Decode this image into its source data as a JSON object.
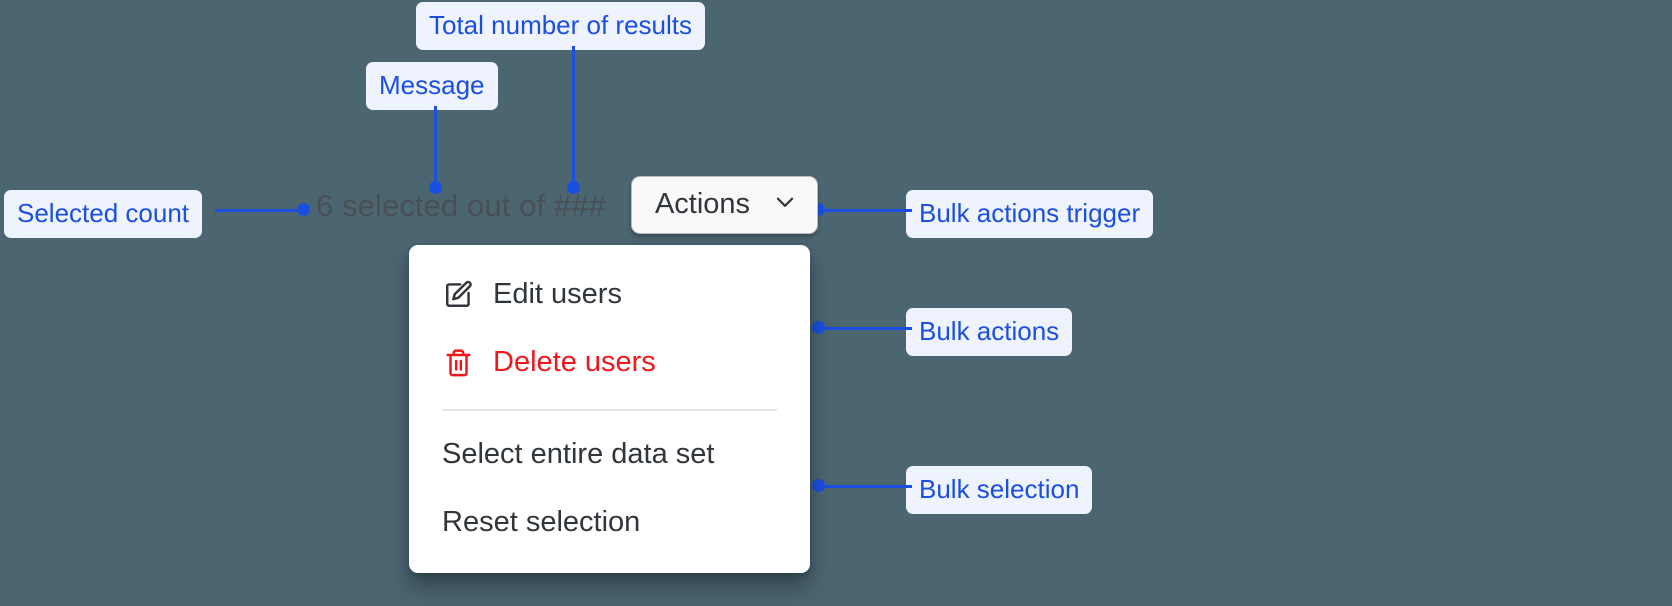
{
  "canvas": {
    "background_color": "#4c6671",
    "annotation_color": "#1a4fe0",
    "annotation_pill_bg": "#eef3fe"
  },
  "annotations": [
    {
      "id": "total-results",
      "label": "Total number of results"
    },
    {
      "id": "message",
      "label": "Message"
    },
    {
      "id": "selected-count",
      "label": "Selected count"
    },
    {
      "id": "bulk-trigger",
      "label": "Bulk actions trigger"
    },
    {
      "id": "bulk-actions",
      "label": "Bulk actions"
    },
    {
      "id": "bulk-selection",
      "label": "Bulk selection"
    }
  ],
  "bulk_bar": {
    "message": "6 selected out of ###",
    "selected_count": "6",
    "total_placeholder": "###",
    "message_color": "#4a4f55",
    "trigger": {
      "label": "Actions",
      "icon": "chevron-down-icon",
      "expanded": "true"
    }
  },
  "menu": {
    "groups": [
      {
        "id": "bulk-actions",
        "items": [
          {
            "id": "edit-users",
            "label": "Edit users",
            "icon": "pencil-square-icon",
            "tone": "default",
            "color": "#31363c"
          },
          {
            "id": "delete-users",
            "label": "Delete users",
            "icon": "trash-icon",
            "tone": "danger",
            "color": "#f0171c"
          }
        ]
      },
      {
        "id": "bulk-selection",
        "items": [
          {
            "id": "select-entire-data-set",
            "label": "Select entire data set",
            "icon": "",
            "tone": "default",
            "color": "#31363c"
          },
          {
            "id": "reset-selection",
            "label": "Reset selection",
            "icon": "",
            "tone": "default",
            "color": "#31363c"
          }
        ]
      }
    ]
  }
}
